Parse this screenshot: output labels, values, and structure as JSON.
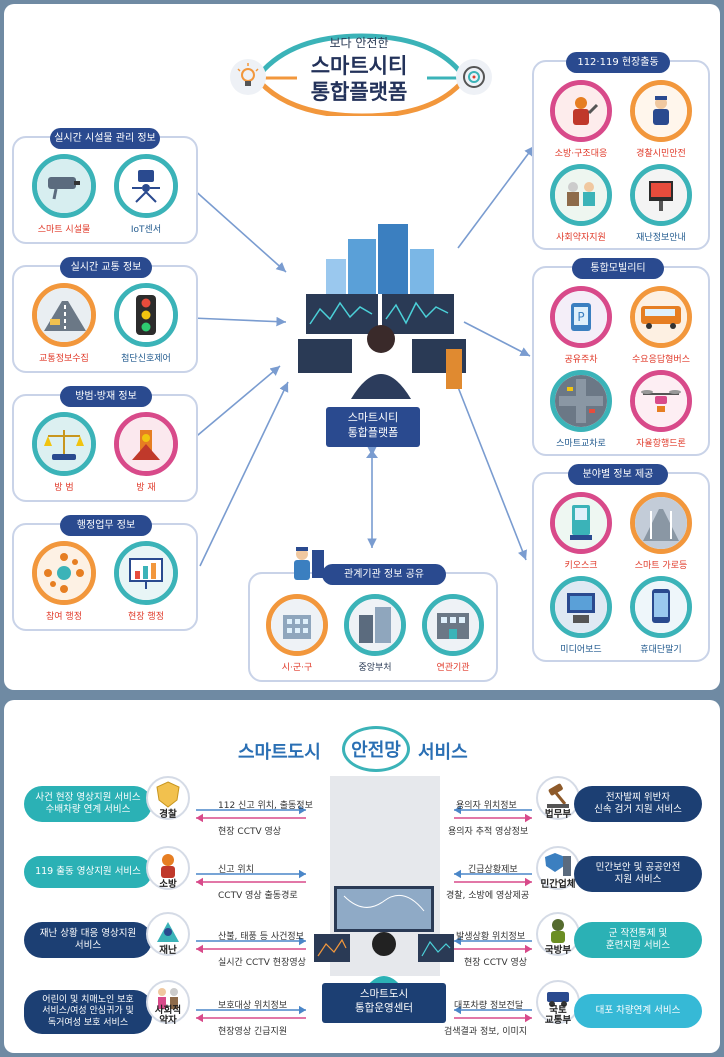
{
  "top": {
    "title": {
      "line1": "보다 안전한",
      "line2": "스마트시티",
      "line3": "통합플랫폼"
    },
    "center_label": {
      "line1": "스마트시티",
      "line2": "통합플랫폼"
    },
    "left_cards": [
      {
        "title": "실시간 시설물 관리 정보",
        "items": [
          {
            "label": "스마트 시설물",
            "icon": "cctv-camera-icon"
          },
          {
            "label": "IoT센서",
            "icon": "iot-sensor-icon"
          }
        ]
      },
      {
        "title": "실시간 교통 정보",
        "items": [
          {
            "label": "교통정보수집",
            "icon": "road-traffic-icon"
          },
          {
            "label": "첨단신호제어",
            "icon": "traffic-light-icon"
          }
        ]
      },
      {
        "title": "방범·방재 정보",
        "items": [
          {
            "label": "방 범",
            "icon": "justice-scale-icon"
          },
          {
            "label": "방 재",
            "icon": "disaster-icon"
          }
        ]
      },
      {
        "title": "행정업무 정보",
        "items": [
          {
            "label": "참여 행정",
            "icon": "people-circle-icon"
          },
          {
            "label": "현장 행정",
            "icon": "chart-board-icon"
          }
        ]
      }
    ],
    "right_cards": [
      {
        "title": "112·119 현장출동",
        "items": [
          {
            "label": "소방·구조대응",
            "icon": "firefighter-icon"
          },
          {
            "label": "경찰시민안전",
            "icon": "police-icon"
          },
          {
            "label": "사회약자지원",
            "icon": "elderly-care-icon"
          },
          {
            "label": "재난정보안내",
            "icon": "disaster-info-icon"
          }
        ]
      },
      {
        "title": "통합모빌리티",
        "items": [
          {
            "label": "공유주차",
            "icon": "shared-parking-icon"
          },
          {
            "label": "수요응답형버스",
            "icon": "bus-icon"
          },
          {
            "label": "스마트교차로",
            "icon": "intersection-icon"
          },
          {
            "label": "자율항행드론",
            "icon": "drone-icon"
          }
        ]
      },
      {
        "title": "분야별 정보 제공",
        "items": [
          {
            "label": "키오스크",
            "icon": "kiosk-icon"
          },
          {
            "label": "스마트 가로등",
            "icon": "streetlight-icon"
          },
          {
            "label": "미디어보드",
            "icon": "media-board-icon"
          },
          {
            "label": "휴대단말기",
            "icon": "mobile-device-icon"
          }
        ]
      }
    ],
    "bottom_card": {
      "title": "관계기관 정보 공유",
      "items": [
        {
          "label": "시·군·구",
          "icon": "city-hall-icon"
        },
        {
          "label": "중앙부처",
          "icon": "government-building-icon"
        },
        {
          "label": "연관기관",
          "icon": "agency-building-icon"
        }
      ]
    }
  },
  "bottom": {
    "title": {
      "left": "스마트도시",
      "middle": "안전망",
      "right": "서비스"
    },
    "center_label": {
      "line1": "스마트도시",
      "line2": "통합운영센터"
    },
    "left_rows": [
      {
        "service": "사건 현장 영상지원 서비스\n수배차량 연계 서비스",
        "agency": "경찰",
        "top_flow": "112 신고 위치, 출동정보",
        "bottom_flow": "현장 CCTV 영상"
      },
      {
        "service": "119 출동 영상지원 서비스",
        "agency": "소방",
        "top_flow": "신고 위치",
        "bottom_flow": "CCTV 영상 출동경로"
      },
      {
        "service": "재난 상황 대응 영상지원\n서비스",
        "agency": "재난",
        "top_flow": "산불, 태풍 등 사건정보",
        "bottom_flow": "실시간 CCTV 현장영상"
      },
      {
        "service": "어린이 및 치매노인 보호\n서비스/여성 안심귀가 및\n독거여성 보호 서비스",
        "agency": "사회적\n약자",
        "top_flow": "보호대상 위치정보",
        "bottom_flow": "현장영상 긴급지원"
      }
    ],
    "right_rows": [
      {
        "service": "전자발찌 위반자\n신속 검거 지원 서비스",
        "agency": "법무부",
        "top_flow": "용의자 위치정보",
        "bottom_flow": "용의자 추적 영상정보"
      },
      {
        "service": "민간보안 및 공공안전\n지원 서비스",
        "agency": "민간업체",
        "top_flow": "긴급상황제보",
        "bottom_flow": "경찰, 소방에 영상제공"
      },
      {
        "service": "군 작전통제 및\n훈련지원 서비스",
        "agency": "국방부",
        "top_flow": "발생상황 위치정보",
        "bottom_flow": "현장 CCTV 영상"
      },
      {
        "service": "대포 차량연계 서비스",
        "agency": "국토\n교통부",
        "top_flow": "대포차량 정보전달",
        "bottom_flow": "검색결과 정보, 이미지"
      }
    ]
  },
  "colors": {
    "navy": "#2a4a8f",
    "orange": "#f2973c",
    "teal": "#3bb3b8",
    "pink": "#d84a8a",
    "red_label": "#e03a2a",
    "blue_label": "#215a8e"
  }
}
